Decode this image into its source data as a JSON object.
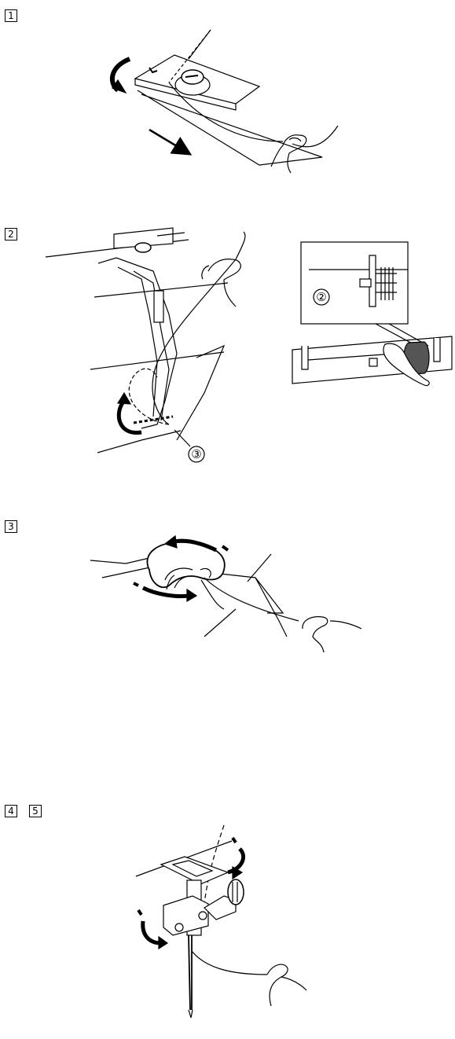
{
  "steps": {
    "s1": "1",
    "s2": "2",
    "s3": "3",
    "s4": "4",
    "s5": "5"
  },
  "callouts": {
    "c2": "②",
    "c3": "③"
  },
  "colors": {
    "ink": "#000000",
    "paper": "#ffffff",
    "spool": "#555555"
  }
}
